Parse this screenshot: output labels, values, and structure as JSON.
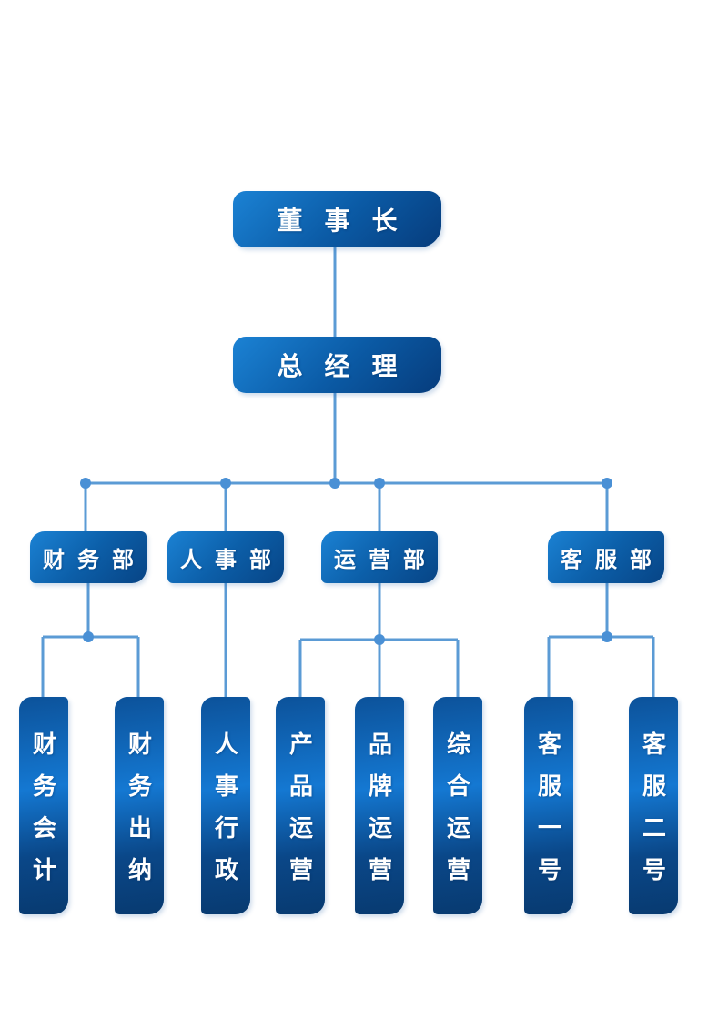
{
  "diagram": {
    "type": "org-chart",
    "chairman": {
      "label": "董事长"
    },
    "general_manager": {
      "label": "总经理"
    },
    "departments": [
      {
        "label": "财务部",
        "children": [
          "财务会计",
          "财务出纳"
        ]
      },
      {
        "label": "人事部",
        "children": [
          "人事行政"
        ]
      },
      {
        "label": "运营部",
        "children": [
          "产品运营",
          "品牌运营",
          "综合运营"
        ]
      },
      {
        "label": "客服部",
        "children": [
          "客服一号",
          "客服二号"
        ]
      }
    ],
    "staff": [
      {
        "label": "财务会计"
      },
      {
        "label": "财务出纳"
      },
      {
        "label": "人事行政"
      },
      {
        "label": "产品运营"
      },
      {
        "label": "品牌运营"
      },
      {
        "label": "综合运营"
      },
      {
        "label": "客服一号"
      },
      {
        "label": "客服二号"
      }
    ],
    "colors": {
      "box_gradient_light": "#1B82D4",
      "box_gradient_mid": "#0B5BA6",
      "box_gradient_dark": "#063C7C",
      "vbox_gradient_top": "#0C529A",
      "vbox_gradient_bright": "#1478D2",
      "vbox_gradient_bottom": "#083A70",
      "connector_line": "#5B9BD5",
      "junction_dot": "#4A90D5",
      "text": "#FFFFFF",
      "background": "#FFFFFF"
    }
  }
}
